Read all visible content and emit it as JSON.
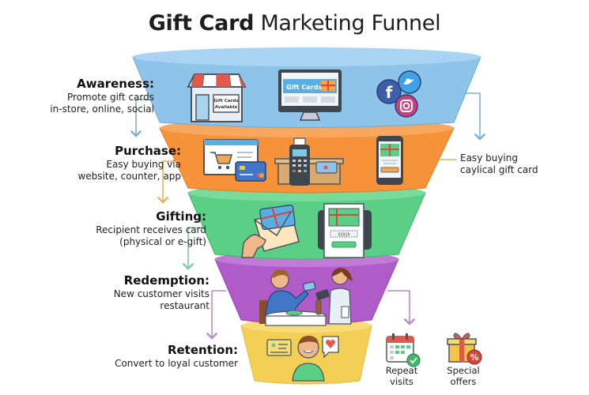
{
  "title": {
    "bold": "Gift Card",
    "light": "Marketing Funnel"
  },
  "colors": {
    "awareness": "#8ec3ea",
    "purchase": "#f5923a",
    "gifting": "#5ccf86",
    "redemption": "#b05bc9",
    "retention": "#f4cf55",
    "arrow_blue": "#7fb1d6",
    "arrow_orange": "#e8b25b",
    "arrow_green": "#7dc99a",
    "arrow_purple": "#b98bcf"
  },
  "stages": [
    {
      "name": "Awareness:",
      "description_lines": [
        "Promote gift cards",
        "in-store, online, social"
      ],
      "icons": [
        "storefront-icon",
        "monitor-gift-cards-icon",
        "social-media-icon"
      ],
      "icon_texts": {
        "store_sign": "Gift Cards Available",
        "monitor_banner": "Gift Cards"
      }
    },
    {
      "name": "Purchase:",
      "description_lines": [
        "Easy buying via",
        "website, counter, app"
      ],
      "icons": [
        "web-cart-icon",
        "pos-terminal-icon",
        "mobile-app-icon"
      ],
      "side_note_lines": [
        "Easy buying",
        "caylical gift card"
      ]
    },
    {
      "name": "Gifting:",
      "description_lines": [
        "Recipient receives card",
        "(physical or e-gift)"
      ],
      "icons": [
        "envelope-gift-card-icon",
        "tablet-e-gift-icon"
      ]
    },
    {
      "name": "Redemption:",
      "description_lines": [
        "New customer visits",
        "restaurant"
      ],
      "icons": [
        "restaurant-scene-icon"
      ]
    },
    {
      "name": "Retention:",
      "description_lines": [
        "Convert to loyal customer"
      ],
      "icons": [
        "loyal-customer-icon"
      ]
    }
  ],
  "retention_extras": [
    {
      "label": "Repeat visits",
      "icon": "calendar-check-icon"
    },
    {
      "label": "Special offers",
      "icon": "gift-discount-icon"
    }
  ]
}
